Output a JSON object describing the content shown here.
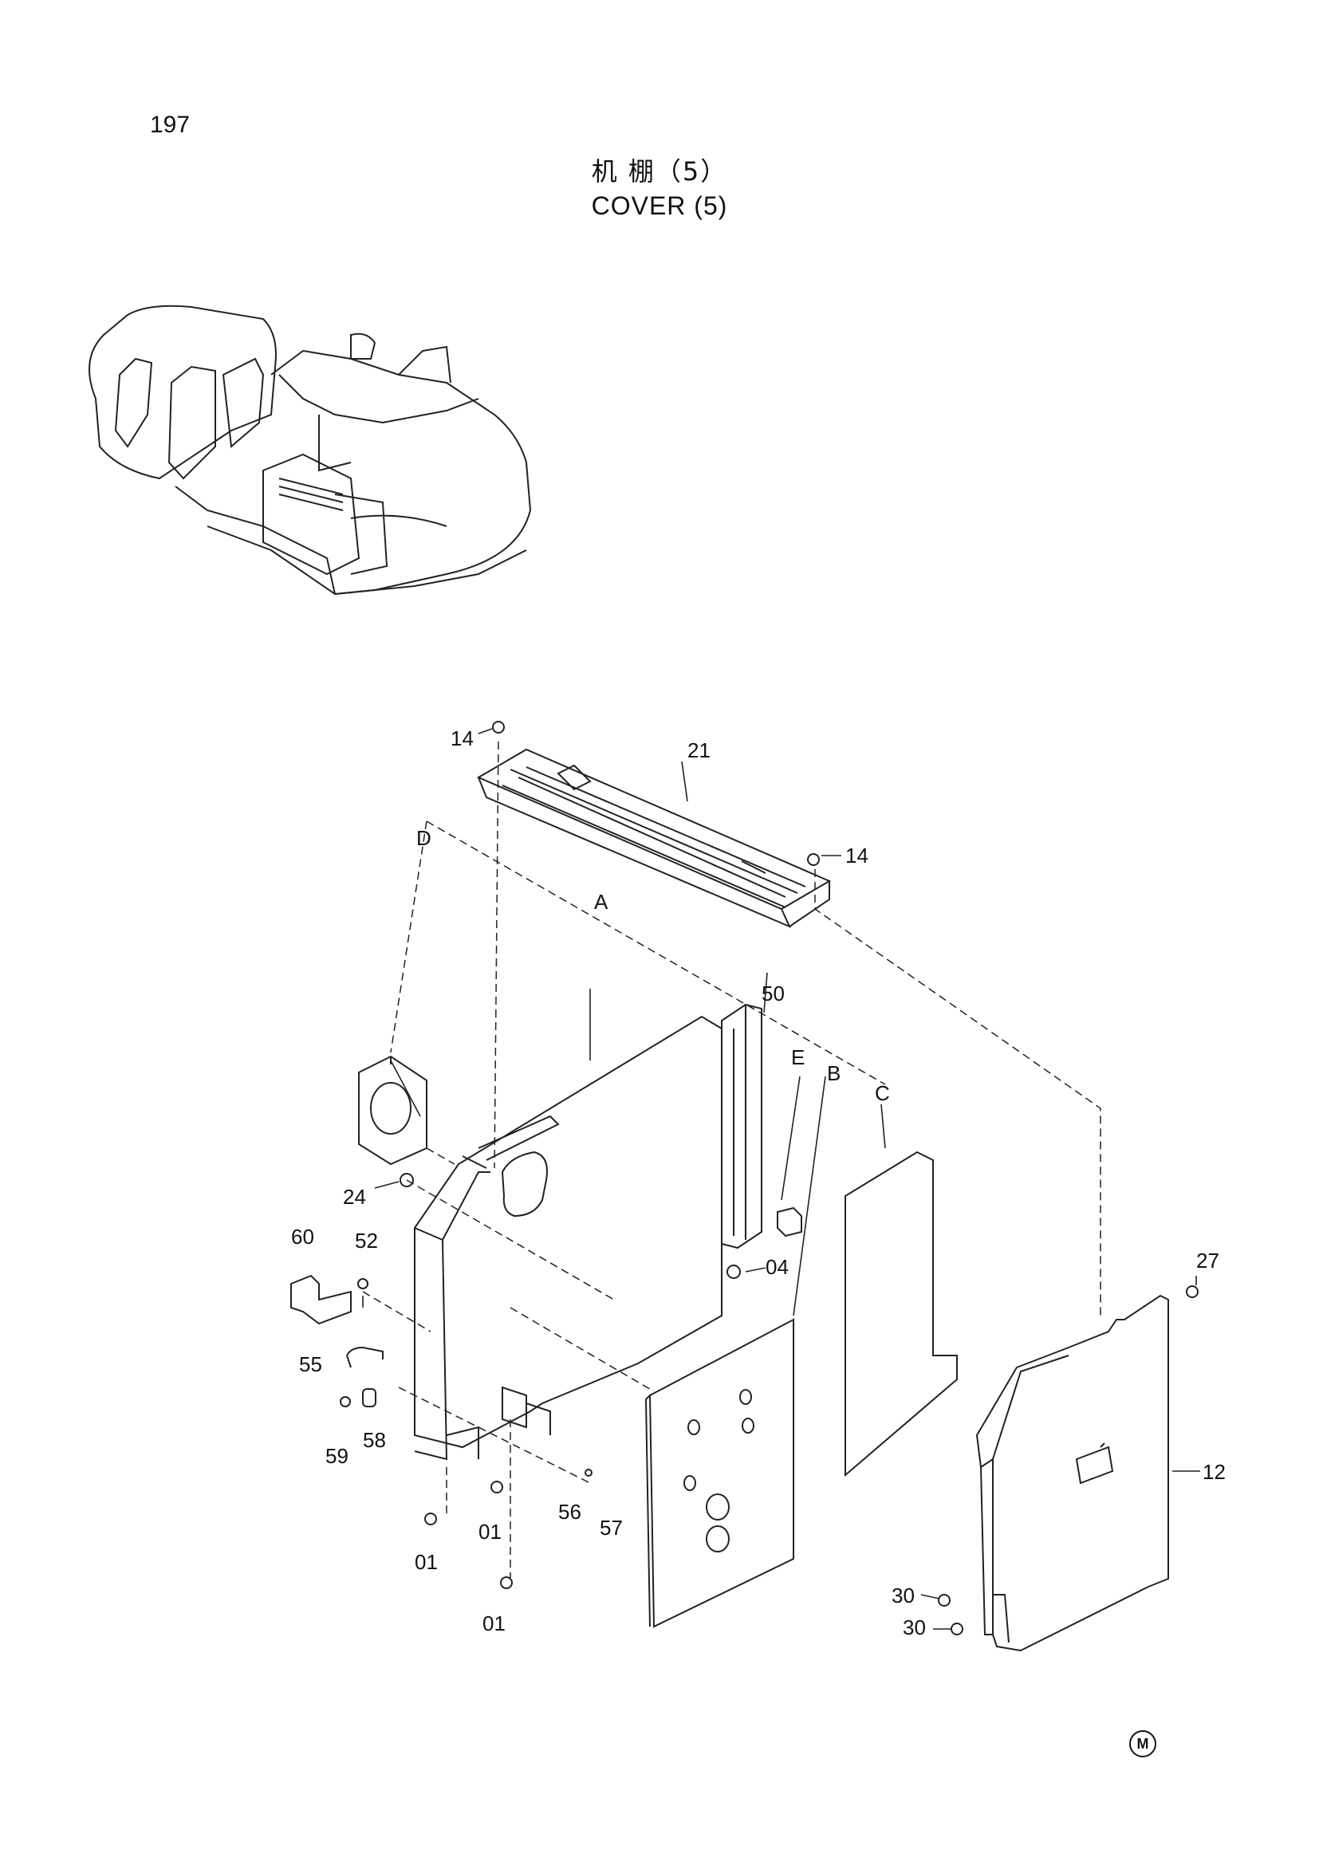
{
  "page": {
    "number": "197"
  },
  "title": {
    "cn": "机 棚（5）",
    "en": "COVER (5)"
  },
  "callouts": [
    {
      "id": "c14a",
      "text": "14"
    },
    {
      "id": "c21",
      "text": "21"
    },
    {
      "id": "c14b",
      "text": "14"
    },
    {
      "id": "cD",
      "text": "D"
    },
    {
      "id": "cA",
      "text": "A"
    },
    {
      "id": "c50",
      "text": "50"
    },
    {
      "id": "cE",
      "text": "E"
    },
    {
      "id": "cB",
      "text": "B"
    },
    {
      "id": "cC",
      "text": "C"
    },
    {
      "id": "c24",
      "text": "24"
    },
    {
      "id": "c60",
      "text": "60"
    },
    {
      "id": "c52",
      "text": "52"
    },
    {
      "id": "c04",
      "text": "04"
    },
    {
      "id": "c27",
      "text": "27"
    },
    {
      "id": "c55",
      "text": "55"
    },
    {
      "id": "c59",
      "text": "59"
    },
    {
      "id": "c58",
      "text": "58"
    },
    {
      "id": "c56",
      "text": "56"
    },
    {
      "id": "c57",
      "text": "57"
    },
    {
      "id": "c01a",
      "text": "01"
    },
    {
      "id": "c01b",
      "text": "01"
    },
    {
      "id": "c01c",
      "text": "01"
    },
    {
      "id": "c12",
      "text": "12"
    },
    {
      "id": "c30a",
      "text": "30"
    },
    {
      "id": "c30b",
      "text": "30"
    }
  ],
  "footer": {
    "mark": "M"
  }
}
